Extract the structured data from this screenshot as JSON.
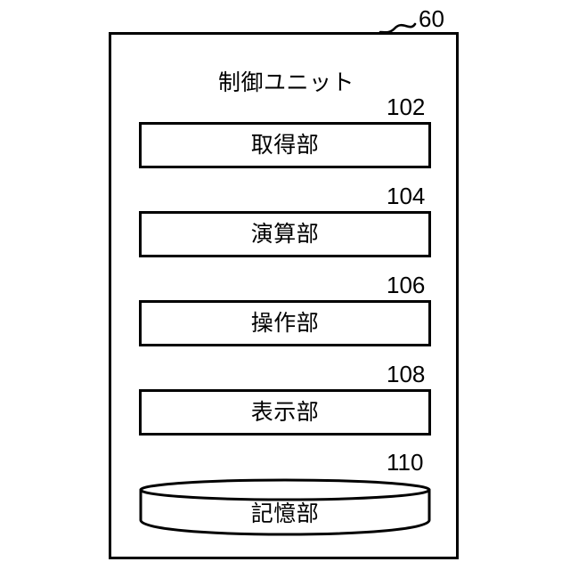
{
  "figure": {
    "background_color": "#ffffff",
    "line_color": "#000000",
    "container": {
      "title": "制御ユニット",
      "reference_numeral": "60"
    },
    "components": [
      {
        "label": "取得部",
        "reference_numeral": "102",
        "shape": "rectangle"
      },
      {
        "label": "演算部",
        "reference_numeral": "104",
        "shape": "rectangle"
      },
      {
        "label": "操作部",
        "reference_numeral": "106",
        "shape": "rectangle"
      },
      {
        "label": "表示部",
        "reference_numeral": "108",
        "shape": "rectangle"
      },
      {
        "label": "記憶部",
        "reference_numeral": "110",
        "shape": "cylinder"
      }
    ]
  }
}
